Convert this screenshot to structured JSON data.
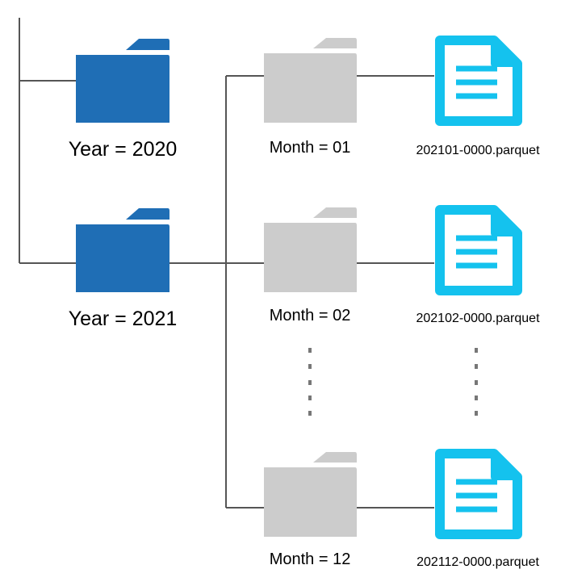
{
  "years": [
    {
      "label": "Year = 2020"
    },
    {
      "label": "Year = 2021"
    }
  ],
  "months": [
    {
      "label": "Month = 01",
      "file": "202101-0000.parquet"
    },
    {
      "label": "Month = 02",
      "file": "202102-0000.parquet"
    },
    {
      "label": "Month = 12",
      "file": "202112-0000.parquet"
    }
  ],
  "colors": {
    "year_folder": "#1f6eb5",
    "month_folder": "#cccccc",
    "file_icon": "#14c2ee",
    "connector": "#555555",
    "ellipsis_dots": "#777777"
  },
  "icons": {
    "year": "folder-icon",
    "month": "folder-icon",
    "file": "document-icon"
  }
}
